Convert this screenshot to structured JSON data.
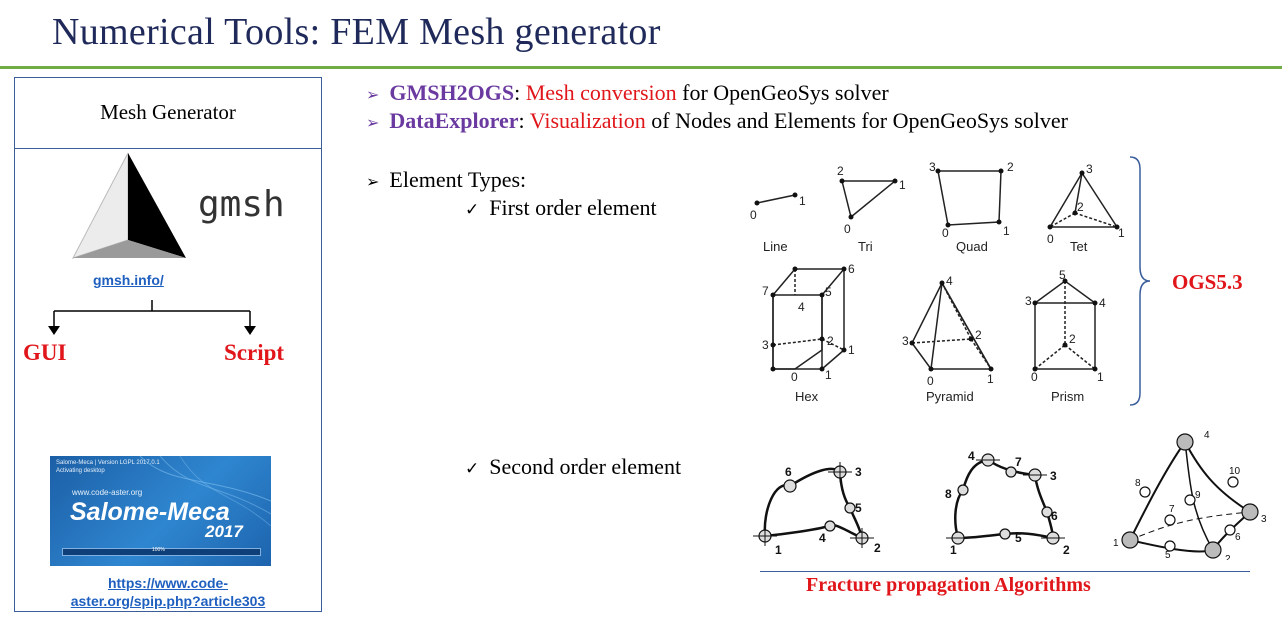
{
  "title": "Numerical Tools: FEM Mesh generator",
  "left_panel": {
    "heading": "Mesh Generator",
    "logo_text": "gmsh",
    "gmsh_link": "gmsh.info/",
    "gui_label": "GUI",
    "script_label": "Script",
    "salome": {
      "line1": "Salome-Meca | Version LGPL 2017.0.1",
      "line2": "Activating desktop",
      "url_text": "www.code-aster.org",
      "name": "Salome-Meca",
      "year": "2017",
      "progress_label": "100%"
    },
    "aster_link_line1": "https://www.code-",
    "aster_link_line2": "aster.org/spip.php?article303"
  },
  "bullets": {
    "b1_name": "GMSH2OGS",
    "b1_sep": ": ",
    "b1_highlight": "Mesh conversion",
    "b1_rest": " for OpenGeoSys solver",
    "b2_name": "DataExplorer",
    "b2_sep": ": ",
    "b2_highlight": "Visualization",
    "b2_rest": " of Nodes and Elements for OpenGeoSys solver",
    "b3": "Element Types:",
    "check1": "First order element",
    "check2": "Second order element"
  },
  "first_order": {
    "captions": [
      "Line",
      "Tri",
      "Quad",
      "Tet",
      "Hex",
      "Pyramid",
      "Prism"
    ],
    "ogs_label": "OGS5.3"
  },
  "second_order": {
    "footer": "Fracture propagation Algorithms"
  },
  "colors": {
    "title": "#1f2a5a",
    "rule": "#70ad47",
    "accent_red": "#e0161b",
    "accent_purple": "#6b3aa0"
  }
}
